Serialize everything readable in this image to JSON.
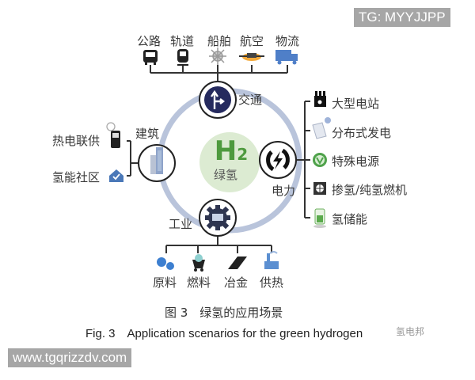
{
  "watermarks": {
    "top_right": "TG: MYYJJPP",
    "bottom_left": "www.tgqrizzdv.com",
    "source_account": "氢电邦"
  },
  "center": {
    "symbol_main": "H",
    "symbol_sub": "2",
    "label": "绿氢",
    "color": "#4e9a3e",
    "bg_color": "#dcebd2"
  },
  "ring_color": "#b9c4db",
  "sectors": {
    "transport": {
      "label": "交通",
      "icon": "road-sign-icon",
      "items": [
        {
          "label": "公路",
          "icon": "bus-icon"
        },
        {
          "label": "轨道",
          "icon": "train-icon"
        },
        {
          "label": "船舶",
          "icon": "ship-wheel-icon"
        },
        {
          "label": "航空",
          "icon": "airplane-icon"
        },
        {
          "label": "物流",
          "icon": "truck-icon"
        }
      ]
    },
    "building": {
      "label": "建筑",
      "icon": "building-icon",
      "items": [
        {
          "label": "热电联供",
          "icon": "chp-unit-icon"
        },
        {
          "label": "氢能社区",
          "icon": "community-house-icon"
        }
      ]
    },
    "power": {
      "label": "电力",
      "icon": "power-bolt-icon",
      "items": [
        {
          "label": "大型电站",
          "icon": "power-plant-icon"
        },
        {
          "label": "分布式发电",
          "icon": "solar-panel-icon"
        },
        {
          "label": "特殊电源",
          "icon": "special-power-icon"
        },
        {
          "label": "掺氢/纯氢燃机",
          "icon": "turbine-icon"
        },
        {
          "label": "氢储能",
          "icon": "battery-icon"
        }
      ]
    },
    "industry": {
      "label": "工业",
      "icon": "gear-icon",
      "items": [
        {
          "label": "原料",
          "icon": "molecules-icon"
        },
        {
          "label": "燃料",
          "icon": "coal-cart-icon"
        },
        {
          "label": "冶金",
          "icon": "steel-ingot-icon"
        },
        {
          "label": "供热",
          "icon": "factory-icon"
        }
      ]
    }
  },
  "caption": {
    "cn": "图 3　绿氢的应用场景",
    "en": "Fig. 3　Application scenarios for the green hydrogen"
  }
}
